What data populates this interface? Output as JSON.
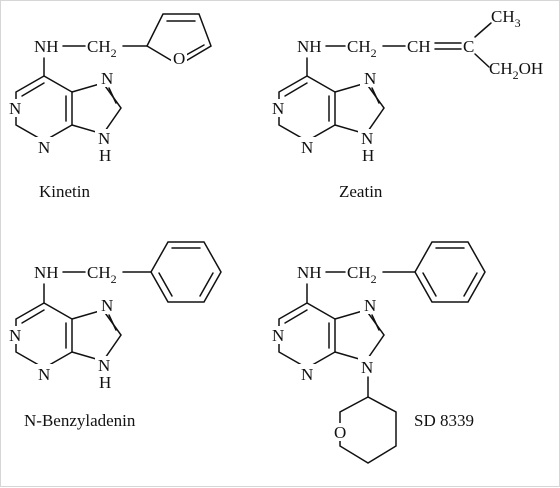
{
  "atoms": {
    "n": "N",
    "h": "H",
    "o": "O"
  },
  "groups": {
    "nh": "NH",
    "ch2": "CH",
    "ch2_sub": "2",
    "ch": "CH",
    "c": "C",
    "ch3": "CH",
    "ch3_sub": "3",
    "ch2oh_a": "CH",
    "ch2oh_sub": "2",
    "ch2oh_b": "OH"
  },
  "captions": {
    "kinetin": "Kinetin",
    "zeatin": "Zeatin",
    "benzyladenin": "N-Benzyladenin",
    "sd8339": "SD 8339"
  }
}
